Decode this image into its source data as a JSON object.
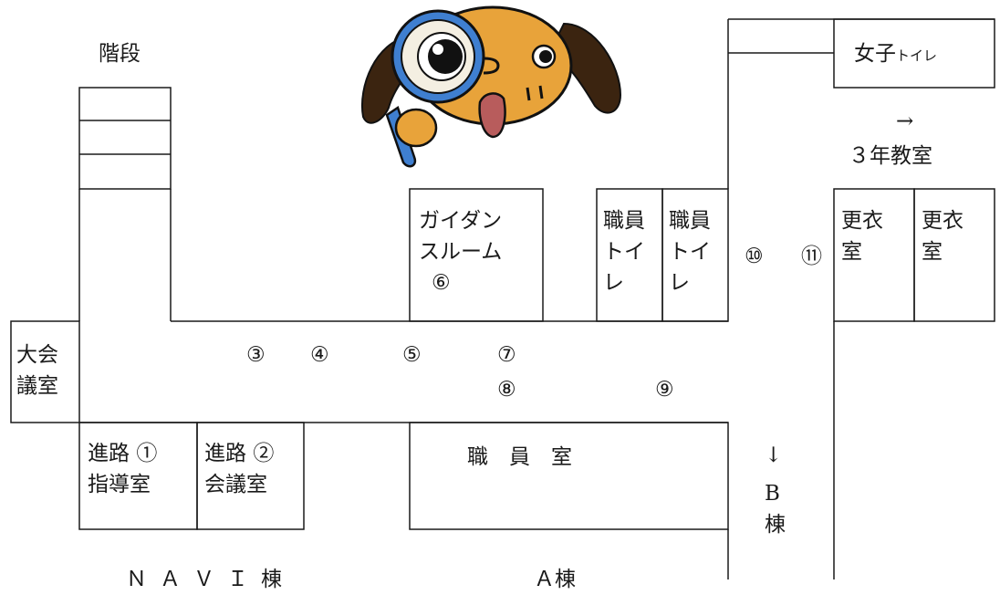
{
  "labels": {
    "stairs": "階段",
    "large_meeting_room": [
      "大会",
      "議室"
    ],
    "career_guidance_room": [
      "進路",
      "指導室"
    ],
    "career_meeting_room": [
      "進路",
      "会議室"
    ],
    "guidance_room": [
      "ガイダン",
      "スルーム"
    ],
    "staff_toilet": [
      "職員",
      "トイ",
      "レ"
    ],
    "staff_room": "職　員　室",
    "changing_room": [
      "更衣",
      "室"
    ],
    "girls_toilet_main": "女子",
    "girls_toilet_small": "トイレ",
    "to_3rd_year_arrow": "→",
    "to_3rd_year_text": "３年教室",
    "to_b_building_arrow": "↓",
    "b_building": [
      "B",
      "棟"
    ],
    "navi_building": "ＮＡＶＩ棟",
    "a_building": "Ａ棟"
  },
  "markers": [
    "①",
    "②",
    "③",
    "④",
    "⑤",
    "⑥",
    "⑦",
    "⑧",
    "⑨",
    "⑩",
    "⑪"
  ],
  "colors": {
    "line": "#1a1a1a",
    "mascot_body": "#e8a33a",
    "mascot_ear": "#3b2410",
    "lens_ring": "#3f7fd0",
    "tongue": "#b85c5c"
  }
}
